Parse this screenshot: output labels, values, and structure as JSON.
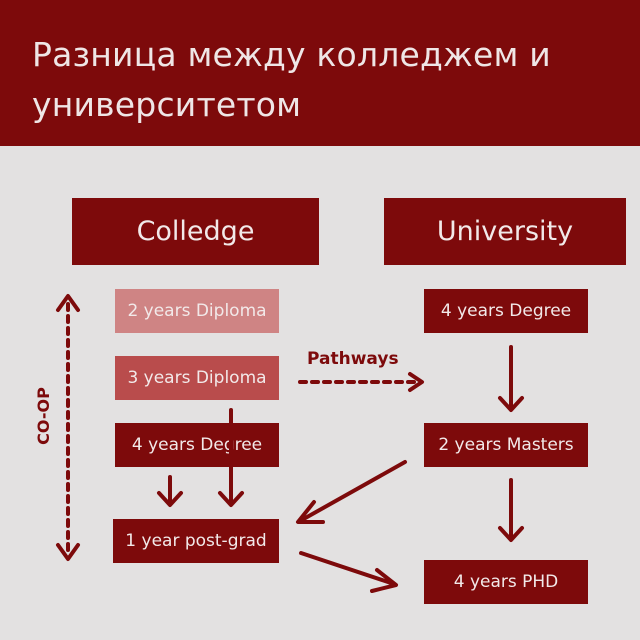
{
  "header": {
    "title": "Разница между колледжем и университетом"
  },
  "columns": {
    "college": "Colledge",
    "university": "University"
  },
  "college": {
    "diploma2": "2 years Diploma",
    "diploma3": "3 years Diploma",
    "degree4": "4 years Degree",
    "postgrad": "1 year post-grad"
  },
  "university": {
    "degree4": "4 years Degree",
    "masters": "2 years  Masters",
    "phd": "4 years  PHD"
  },
  "labels": {
    "pathways": "Pathways",
    "coop": "CO-OP"
  },
  "colors": {
    "primary": "#7d0a0b",
    "medium": "#b94c4c",
    "light": "#cf8484",
    "background": "#e3e1e1"
  }
}
